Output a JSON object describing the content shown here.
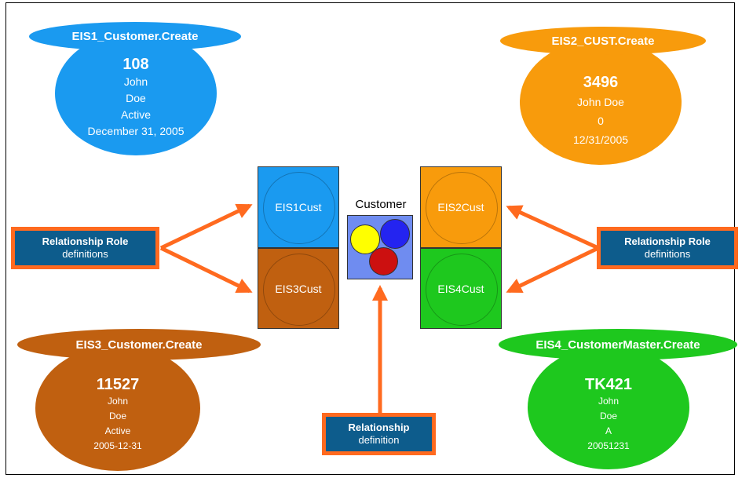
{
  "eis1": {
    "title": "EIS1_Customer.Create",
    "num": "108",
    "lines": [
      "John",
      "Doe",
      "Active",
      "December 31, 2005"
    ],
    "color": "#1a9af0"
  },
  "eis2": {
    "title": "EIS2_CUST.Create",
    "num": "3496",
    "lines": [
      "John Doe",
      "0",
      "12/31/2005"
    ],
    "color": "#f89b0c"
  },
  "eis3": {
    "title": "EIS3_Customer.Create",
    "num": "11527",
    "lines": [
      "John",
      "Doe",
      "Active",
      "2005-12-31"
    ],
    "color": "#c06010"
  },
  "eis4": {
    "title": "EIS4_CustomerMaster.Create",
    "num": "TK421",
    "lines": [
      "John",
      "Doe",
      "A",
      "20051231"
    ],
    "color": "#1ec81e"
  },
  "squares": {
    "eis1cust": "EIS1Cust",
    "eis2cust": "EIS2Cust",
    "eis3cust": "EIS3Cust",
    "eis4cust": "EIS4Cust"
  },
  "customer_label": "Customer",
  "role_left": {
    "line1": "Relationship Role",
    "line2": "definitions"
  },
  "role_right": {
    "line1": "Relationship Role",
    "line2": "definitions"
  },
  "rel_def": {
    "line1": "Relationship",
    "line2": "definition"
  },
  "colors": {
    "arrow": "#ff6a1f",
    "box_fill": "#0d5c8c",
    "customer_bg": "#6f8cf0"
  }
}
